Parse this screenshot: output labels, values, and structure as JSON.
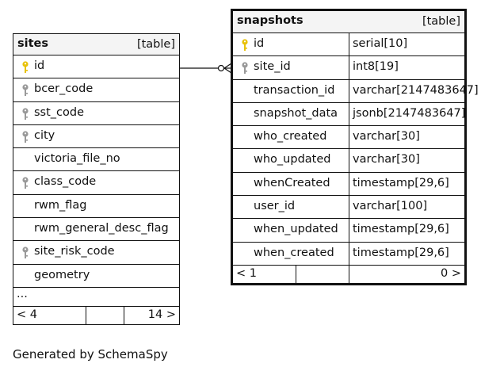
{
  "sites": {
    "name": "sites",
    "type_label": "[table]",
    "columns": [
      {
        "name": "id",
        "key": "primary"
      },
      {
        "name": "bcer_code",
        "key": "index"
      },
      {
        "name": "sst_code",
        "key": "index"
      },
      {
        "name": "city",
        "key": "index"
      },
      {
        "name": "victoria_file_no",
        "key": "none"
      },
      {
        "name": "class_code",
        "key": "index"
      },
      {
        "name": "rwm_flag",
        "key": "none"
      },
      {
        "name": "rwm_general_desc_flag",
        "key": "none"
      },
      {
        "name": "site_risk_code",
        "key": "index"
      },
      {
        "name": "geometry",
        "key": "none"
      }
    ],
    "ellipsis": "...",
    "footer_left": "< 4",
    "footer_right": "14 >"
  },
  "snapshots": {
    "name": "snapshots",
    "type_label": "[table]",
    "columns": [
      {
        "name": "id",
        "type": "serial[10]",
        "key": "primary"
      },
      {
        "name": "site_id",
        "type": "int8[19]",
        "key": "index"
      },
      {
        "name": "transaction_id",
        "type": "varchar[2147483647]",
        "key": "none"
      },
      {
        "name": "snapshot_data",
        "type": "jsonb[2147483647]",
        "key": "none"
      },
      {
        "name": "who_created",
        "type": "varchar[30]",
        "key": "none"
      },
      {
        "name": "who_updated",
        "type": "varchar[30]",
        "key": "none"
      },
      {
        "name": "whenCreated",
        "type": "timestamp[29,6]",
        "key": "none"
      },
      {
        "name": "user_id",
        "type": "varchar[100]",
        "key": "none"
      },
      {
        "name": "when_updated",
        "type": "timestamp[29,6]",
        "key": "none"
      },
      {
        "name": "when_created",
        "type": "timestamp[29,6]",
        "key": "none"
      }
    ],
    "footer_left": "< 1",
    "footer_right": "0 >"
  },
  "colors": {
    "primary_key": "#e8c20a",
    "index_key": "#999999",
    "line": "#111111"
  },
  "generated_text": "Generated by SchemaSpy"
}
